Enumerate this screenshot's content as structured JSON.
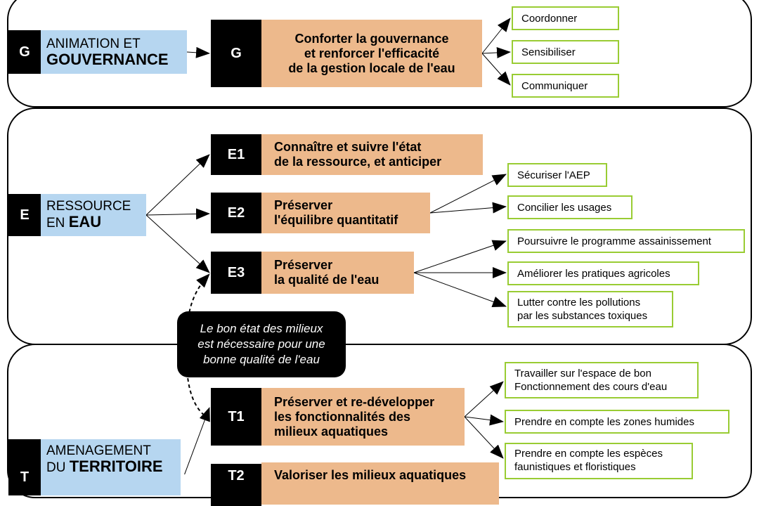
{
  "governance": {
    "code": "G",
    "label_line1": "ANIMATION ET",
    "label_line2": "GOUVERNANCE",
    "objective": {
      "code": "G",
      "lines": [
        "Conforter la gouvernance",
        "et renforcer l'efficacité",
        "de la gestion locale de l'eau"
      ]
    },
    "actions": [
      "Coordonner",
      "Sensibiliser",
      "Communiquer"
    ]
  },
  "resource": {
    "code": "E",
    "label_line1": "RESSOURCE",
    "label_prefix": "EN ",
    "label_bold": "EAU",
    "objectives": [
      {
        "code": "E1",
        "lines": [
          "Connaître et suivre l'état",
          "de la ressource, et anticiper"
        ]
      },
      {
        "code": "E2",
        "lines": [
          "Préserver",
          "l'équilibre quantitatif"
        ]
      },
      {
        "code": "E3",
        "lines": [
          "Préserver",
          "la qualité de l'eau"
        ]
      }
    ],
    "e2_actions": [
      "Sécuriser l'AEP",
      "Concilier les usages"
    ],
    "e3_actions": [
      "Poursuivre le programme assainissement",
      "Améliorer les pratiques agricoles",
      [
        "Lutter contre les pollutions",
        "par les substances toxiques"
      ]
    ]
  },
  "callout": [
    "Le bon état des milieux",
    "est nécessaire pour une",
    "bonne qualité de l'eau"
  ],
  "territory": {
    "code": "T",
    "label_line1": "AMENAGEMENT",
    "label_prefix": "DU ",
    "label_bold": "TERRITOIRE",
    "objectives": [
      {
        "code": "T1",
        "lines": [
          "Préserver et re-développer",
          "les fonctionnalités des",
          "milieux aquatiques"
        ]
      },
      {
        "code": "T2",
        "lines": [
          "Valoriser les milieux aquatiques"
        ]
      }
    ],
    "t1_actions": [
      [
        "Travailler sur l'espace de bon",
        "Fonctionnement des cours d'eau"
      ],
      "Prendre en compte les zones humides",
      [
        "Prendre en compte les espèces",
        "faunistiques et floristiques"
      ]
    ]
  },
  "colors": {
    "axis": "#b6d6f0",
    "objective": "#edb98c",
    "action_border": "#99cc33"
  }
}
